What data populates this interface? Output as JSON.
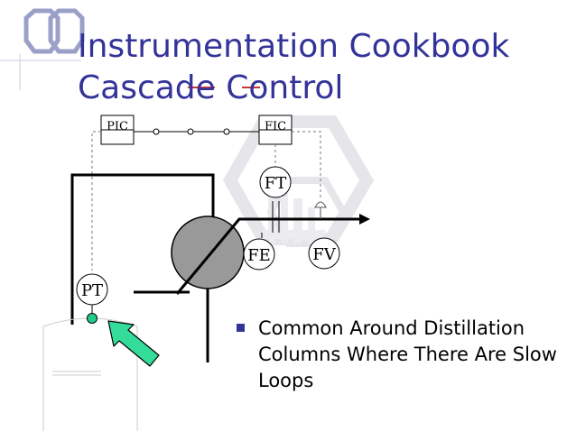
{
  "title": {
    "line1": "Instrumentation Cookbook",
    "line2": "Cascade Control"
  },
  "diagram": {
    "labels": {
      "pic": "PIC",
      "fic": "FIC",
      "ft": "FT",
      "fe": "FE",
      "fv": "FV",
      "pt": "PT"
    }
  },
  "bullets": [
    "Common Around Distillation Columns Where There Are Slow Loops"
  ],
  "colors": {
    "title": "#333399",
    "bullet": "#333399",
    "arrow": "#33dd99",
    "sensor_dot": "#22cc88",
    "exchanger": "#999999",
    "watermark": "#e6e6ea"
  },
  "icons": {
    "logo": "hexagon-chain-logo",
    "arrow": "pointer-arrow-icon"
  }
}
